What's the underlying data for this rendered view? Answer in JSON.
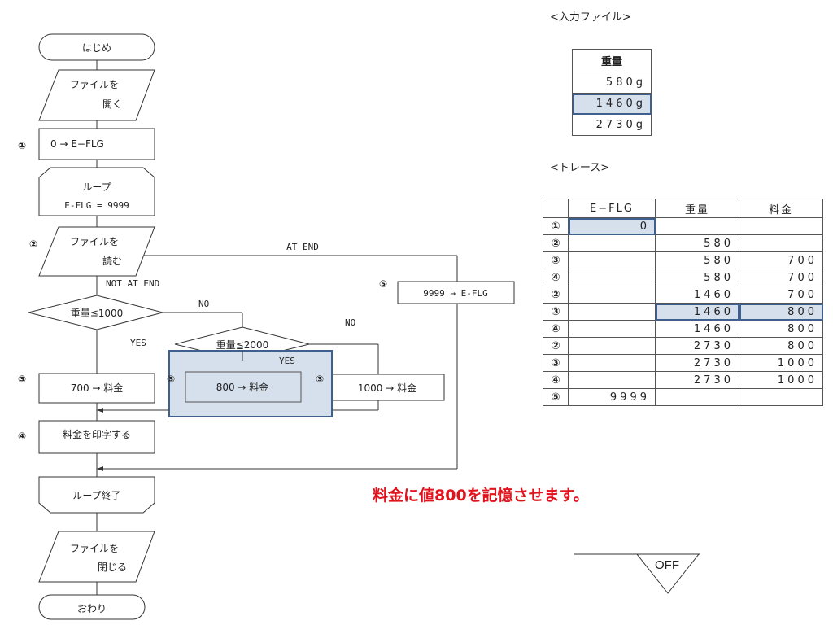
{
  "flow": {
    "start": "はじめ",
    "open_line1": "ファイルを",
    "open_line2": "開く",
    "init": "0 → E−FLG",
    "loop_title": "ループ",
    "loop_cond": "E-FLG = 9999",
    "read_line1": "ファイルを",
    "read_line2": "読む",
    "at_end": "AT END",
    "not_at_end": "NOT AT END",
    "set_flag": "9999 → E-FLG",
    "cond1": "重量≦1000",
    "cond2": "重量≦2000",
    "yes": "YES",
    "no": "NO",
    "fee700": "700 → 料金",
    "fee800": "800 → 料金",
    "fee1000": "1000 → 料金",
    "print": "料金を印字する",
    "loop_end": "ループ終了",
    "close_line1": "ファイルを",
    "close_line2": "閉じる",
    "end": "おわり",
    "markers": [
      "①",
      "②",
      "③",
      "③",
      "③",
      "④",
      "⑤"
    ]
  },
  "input_file": {
    "title": "<入力ファイル>",
    "header": "重量",
    "rows": [
      "580g",
      "1460g",
      "2730g"
    ],
    "highlight_index": 1
  },
  "trace": {
    "title": "<トレース>",
    "headers": [
      "",
      "E−FLG",
      "重量",
      "料金"
    ],
    "rows": [
      [
        "①",
        "0",
        "",
        ""
      ],
      [
        "②",
        "",
        "580",
        ""
      ],
      [
        "③",
        "",
        "580",
        "700"
      ],
      [
        "④",
        "",
        "580",
        "700"
      ],
      [
        "②",
        "",
        "1460",
        "700"
      ],
      [
        "③",
        "",
        "1460",
        "800"
      ],
      [
        "④",
        "",
        "1460",
        "800"
      ],
      [
        "②",
        "",
        "2730",
        "800"
      ],
      [
        "③",
        "",
        "2730",
        "1000"
      ],
      [
        "④",
        "",
        "2730",
        "1000"
      ],
      [
        "⑤",
        "9999",
        "",
        ""
      ]
    ]
  },
  "message": "料金に値800を記憶させます。",
  "toggle": "OFF",
  "colors": {
    "highlight": "#d6dfec",
    "highlight_border": "#3f5f8f",
    "message": "#e0141e"
  }
}
